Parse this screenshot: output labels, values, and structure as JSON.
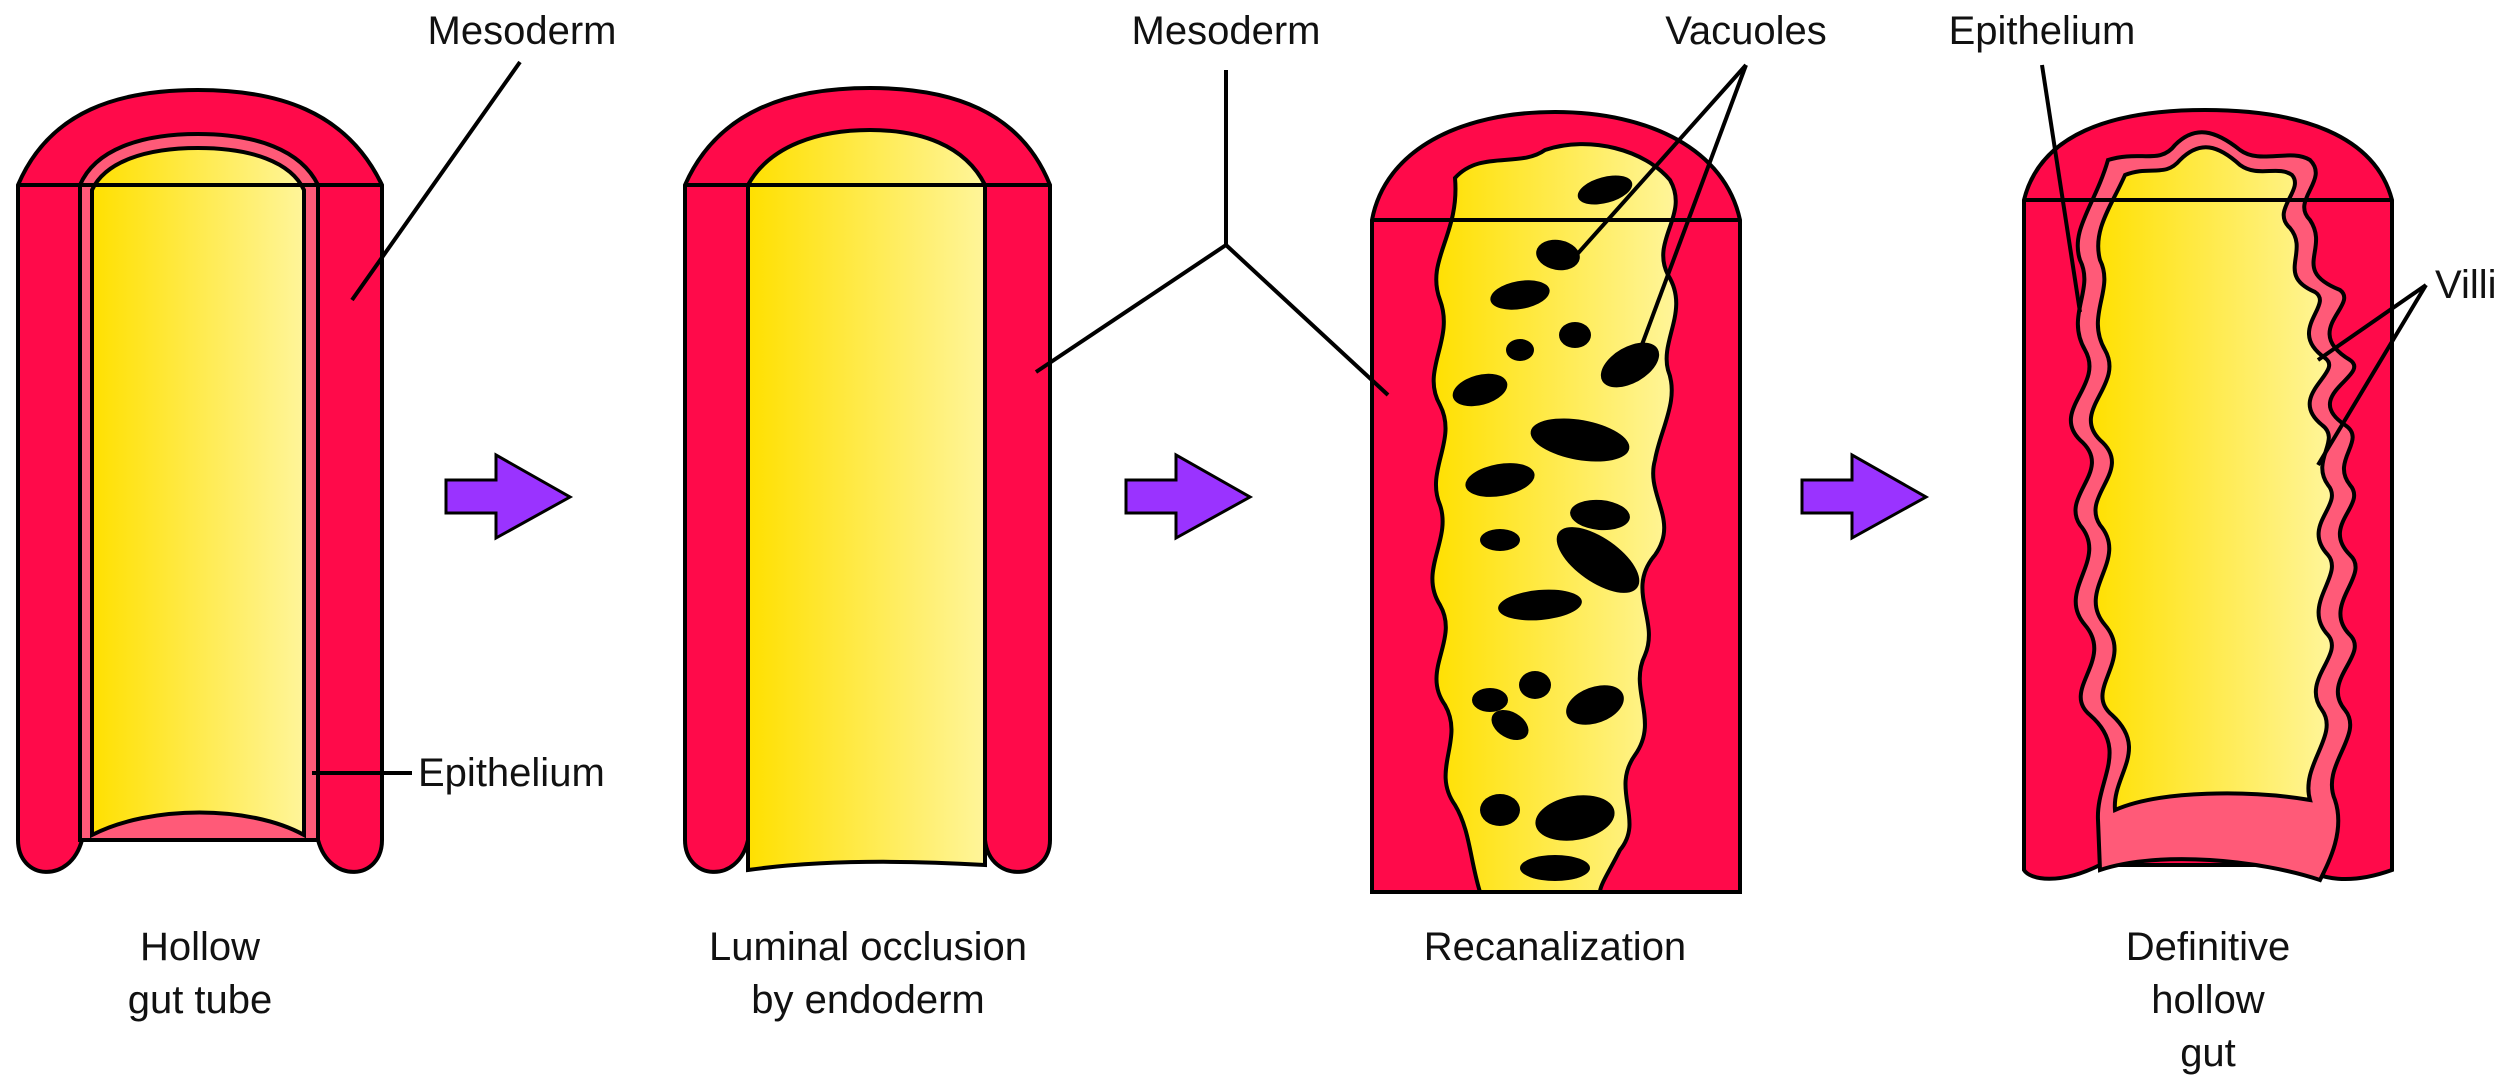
{
  "colors": {
    "mesoderm": "#ff0a4a",
    "epithelium_band": "#ff5a78",
    "endoderm_light": "#fff59a",
    "endoderm_dark": "#ffe000",
    "arrow": "#9a33ff",
    "vacuole": "#000000"
  },
  "labels": {
    "mesoderm_1": "Mesoderm",
    "epithelium_1": "Epithelium",
    "mesoderm_2": "Mesoderm",
    "vacuoles": "Vacuoles",
    "epithelium_2": "Epithelium",
    "villi": "Villi"
  },
  "captions": {
    "stage1": [
      "Hollow",
      "gut tube"
    ],
    "stage2": [
      "Luminal occlusion",
      "by endoderm"
    ],
    "stage3": [
      "Recanalization"
    ],
    "stage4": [
      "Definitive",
      "hollow",
      "gut"
    ]
  },
  "arrows": [
    "arrow-right-icon",
    "arrow-right-icon",
    "arrow-right-icon"
  ]
}
